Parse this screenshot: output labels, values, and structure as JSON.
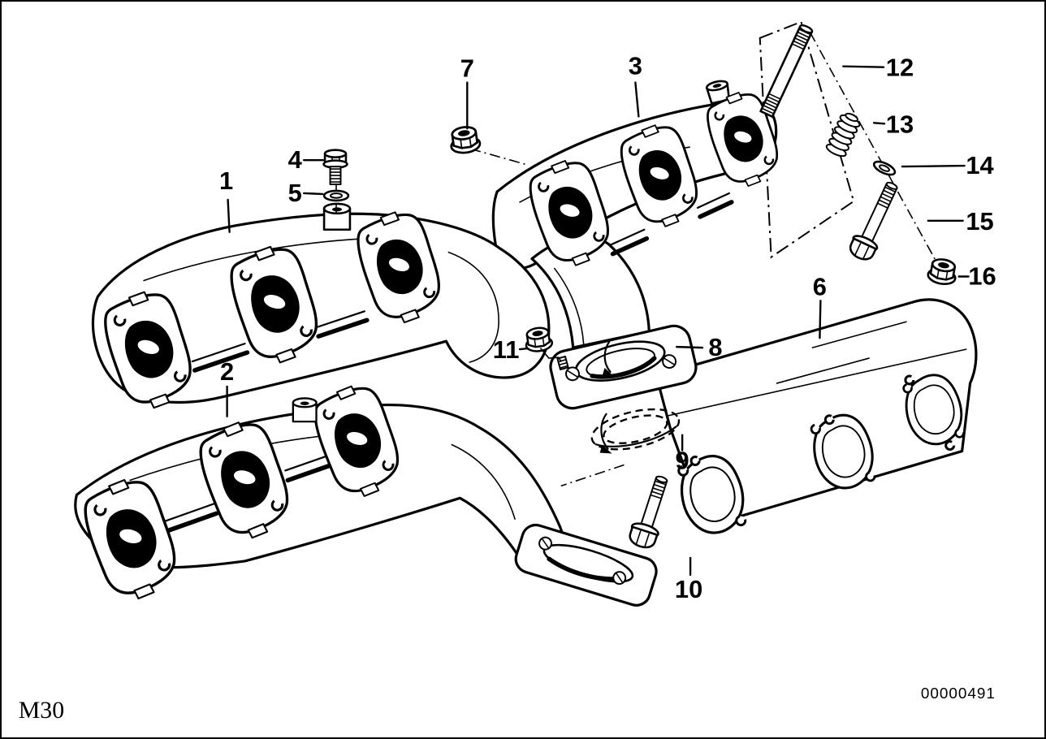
{
  "codes": {
    "engine_code": "M30",
    "image_number": "00000491"
  },
  "callouts": {
    "c1": {
      "label": "1"
    },
    "c2": {
      "label": "2"
    },
    "c3": {
      "label": "3"
    },
    "c4": {
      "label": "4"
    },
    "c5": {
      "label": "5"
    },
    "c6": {
      "label": "6"
    },
    "c7": {
      "label": "7"
    },
    "c8": {
      "label": "8"
    },
    "c9": {
      "label": "9"
    },
    "c10": {
      "label": "10"
    },
    "c11": {
      "label": "11"
    },
    "c12": {
      "label": "12"
    },
    "c13": {
      "label": "13"
    },
    "c14": {
      "label": "14"
    },
    "c15": {
      "label": "15"
    },
    "c16": {
      "label": "16"
    }
  }
}
